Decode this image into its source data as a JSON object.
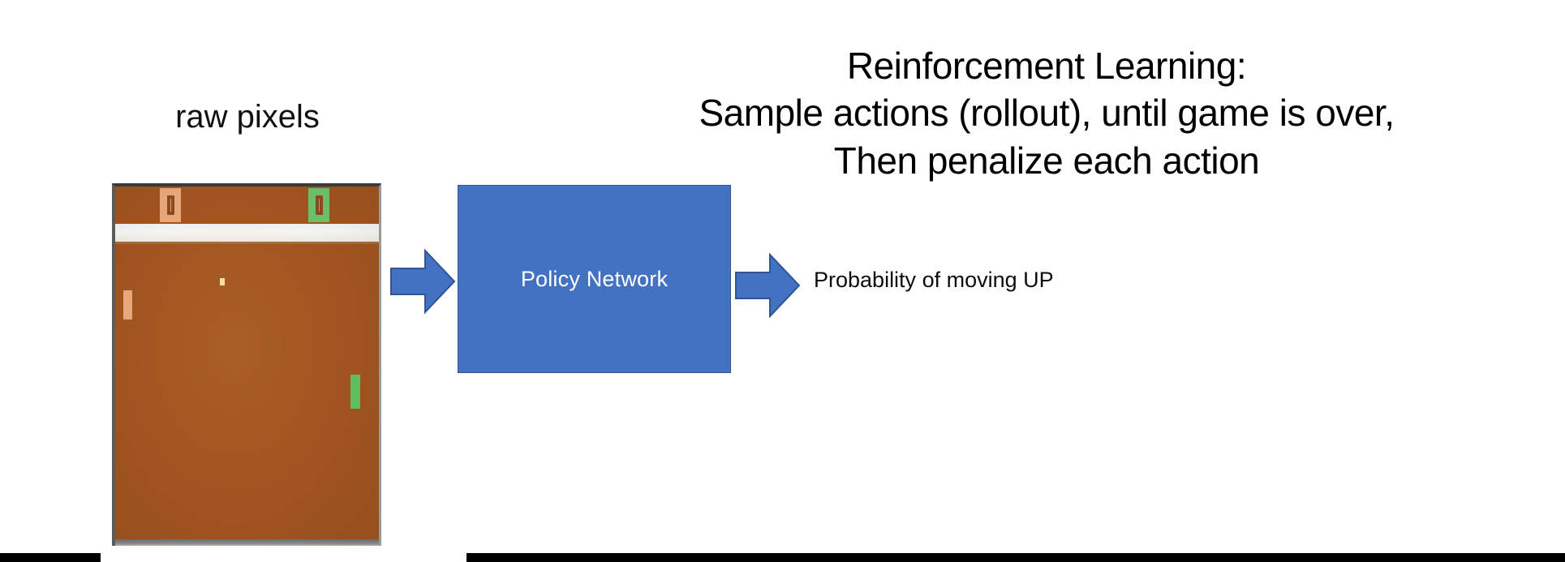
{
  "headline": {
    "lines": [
      "Reinforcement Learning:",
      "Sample actions (rollout), until game is over,",
      "Then penalize each action"
    ]
  },
  "diagram": {
    "raw_pixels_caption": "raw pixels",
    "policy_box_label": "Policy Network",
    "output_label": "Probability of moving UP",
    "input_arrow_icon": "right-arrow-icon",
    "output_arrow_icon": "right-arrow-icon"
  },
  "pong": {
    "score_left": "0",
    "score_right": "0",
    "colors": {
      "playfield": "#A0541F",
      "left_player": "#E8A77B",
      "right_player": "#5FBF5C",
      "ball": "#F2E0A8",
      "divider": "#F2F0EC",
      "frame_border": "#5B5B5B"
    }
  },
  "colors": {
    "background": "#FFFFFF",
    "accent_blue": "#4372C3",
    "accent_blue_border": "#2F5597",
    "text": "#000000",
    "bar": "#000000"
  }
}
